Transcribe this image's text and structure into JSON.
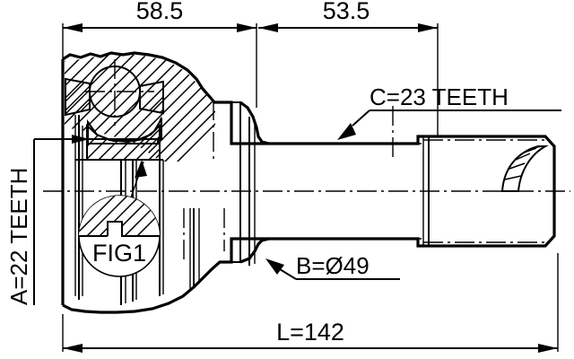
{
  "drawing": {
    "type": "cv-joint-outer-assembly-dimensioned-section",
    "title": "CV Joint Outer Kit Dimension Drawing",
    "units": "mm",
    "background_color": "#ffffff",
    "line_color": "#000000"
  },
  "dimensions": {
    "top_left": {
      "label": "58.5",
      "name": "joint-body-length",
      "value": 58.5,
      "unit": "mm"
    },
    "top_right": {
      "label": "53.5",
      "name": "shaft-section-length",
      "value": 53.5,
      "unit": "mm"
    },
    "bottom": {
      "label": "L=142",
      "name": "overall-length",
      "value": 142,
      "unit": "mm"
    }
  },
  "callouts": {
    "spline_inner": {
      "label": "A=22 TEETH",
      "name": "inner-spline-teeth-count",
      "value": 22,
      "orientation": "vertical"
    },
    "spline_outer": {
      "label": "C=23 TEETH",
      "name": "outer-spline-teeth-count",
      "value": 23,
      "orientation": "horizontal"
    },
    "bearing_diameter": {
      "label": "B=Ø49",
      "name": "bearing-outer-diameter",
      "value": 49,
      "unit": "mm",
      "orientation": "horizontal"
    },
    "detail_bubble": {
      "label": "FIG1",
      "name": "detail-view-fig1"
    }
  }
}
